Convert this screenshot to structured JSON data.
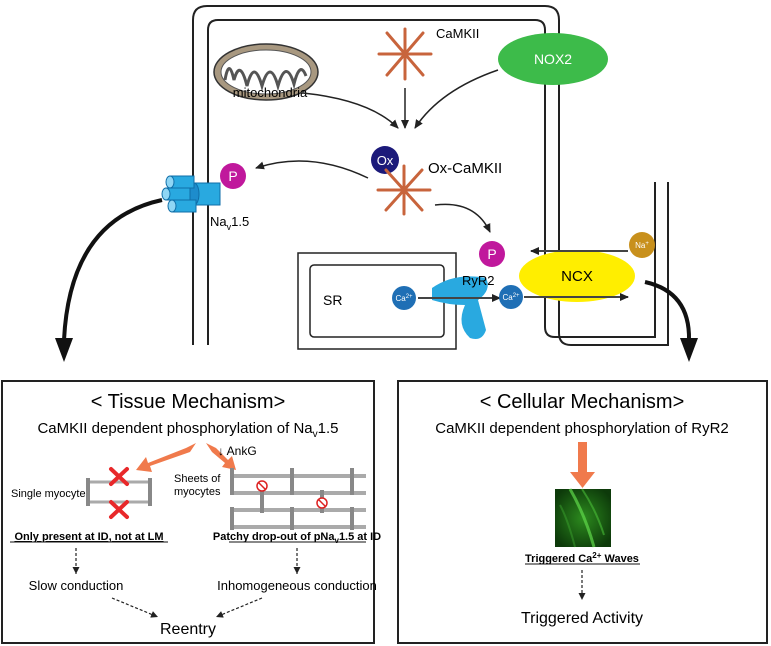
{
  "labels": {
    "camkii": "CaMKII",
    "mitochondria": "mitochondria",
    "nox2": "NOX2",
    "ox": "Ox",
    "ox_camkii": "Ox-CaMKII",
    "p": "P",
    "nav_main": "Na",
    "nav_sub": "v",
    "nav_tail": "1.5",
    "na_main": "Na",
    "na_sup": "+",
    "ryr2": "RyR2",
    "ncx": "NCX",
    "sr": "SR",
    "ca_main": "Ca",
    "ca_sup": "2+"
  },
  "tissue": {
    "title": "< Tissue Mechanism>",
    "subtitle_main": "CaMKII dependent phosphorylation of Na",
    "subtitle_sub": "v",
    "subtitle_tail": "1.5",
    "ankg": "↓ AnkG",
    "single_myocyte": "Single myocyte",
    "sheets_line1": "Sheets of",
    "sheets_line2": "myocytes",
    "only_present": "Only present at ID, not at LM",
    "patchy_main": "Patchy drop-out of pNa",
    "patchy_sub": "v",
    "patchy_tail": "1.5 at ID",
    "slow": "Slow conduction",
    "inhomogeneous": "Inhomogeneous conduction",
    "reentry": "Reentry"
  },
  "cellular": {
    "title": "< Cellular Mechanism>",
    "subtitle": "CaMKII dependent phosphorylation of RyR2",
    "waves_main": "Triggered Ca",
    "waves_sup": "2+",
    "waves_tail": " Waves",
    "activity": "Triggered Activity"
  },
  "colors": {
    "camkii": "#c8643c",
    "nox2": "#3dbb4a",
    "ox": "#1c1a7a",
    "p": "#c0189c",
    "channel": "#29a9e0",
    "ncx": "#ffee00",
    "na_ion": "#c8901c",
    "ca_ion": "#1f6fb5",
    "orange_arrow": "#f07a4c",
    "cross": "#e8282a"
  }
}
